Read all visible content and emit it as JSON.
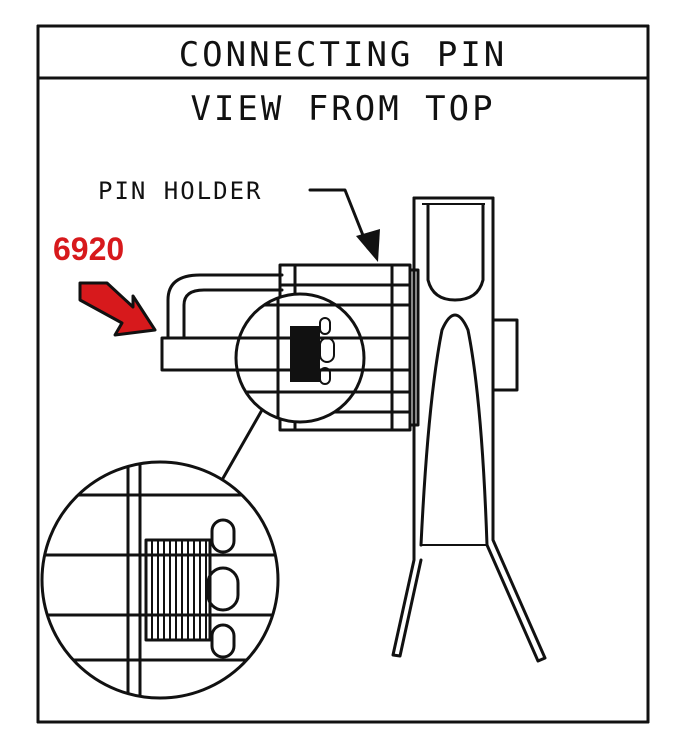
{
  "diagram": {
    "title": "CONNECTING PIN",
    "subtitle": "VIEW FROM TOP",
    "callout_label": "PIN HOLDER",
    "part_number": "6920",
    "accent_color": "#d7191c"
  }
}
